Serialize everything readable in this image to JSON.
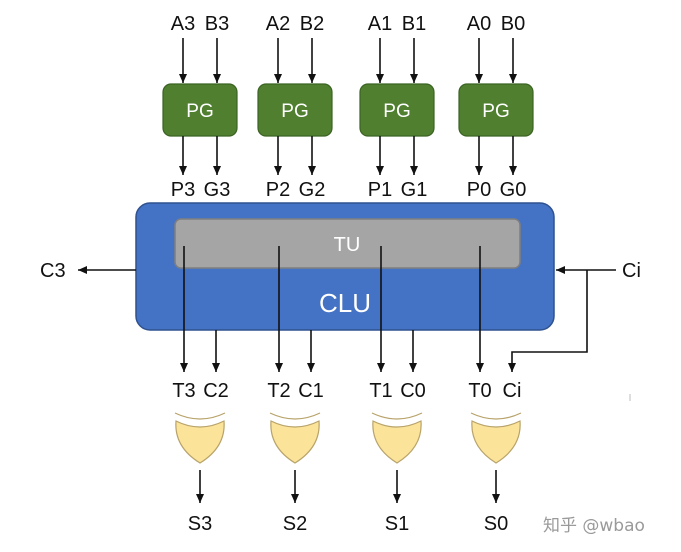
{
  "diagram": {
    "pg_blocks": [
      {
        "label": "PG",
        "in_a": "A3",
        "in_b": "B3",
        "out_p": "P3",
        "out_g": "G3"
      },
      {
        "label": "PG",
        "in_a": "A2",
        "in_b": "B2",
        "out_p": "P2",
        "out_g": "G2"
      },
      {
        "label": "PG",
        "in_a": "A1",
        "in_b": "B1",
        "out_p": "P1",
        "out_g": "G1"
      },
      {
        "label": "PG",
        "in_a": "A0",
        "in_b": "B0",
        "out_p": "P0",
        "out_g": "G0"
      }
    ],
    "clu_label": "CLU",
    "tu_label": "TU",
    "carry_in": "Ci",
    "carry_out": "C3",
    "xor_gates": [
      {
        "in_t": "T3",
        "in_c": "C2",
        "out": "S3"
      },
      {
        "in_t": "T2",
        "in_c": "C1",
        "out": "S2"
      },
      {
        "in_t": "T1",
        "in_c": "C0",
        "out": "S1"
      },
      {
        "in_t": "T0",
        "in_c": "Ci",
        "out": "S0"
      }
    ],
    "colors": {
      "pg_fill": "#4f7f2f",
      "clu_fill": "#4472c4",
      "tu_fill": "#a5a5a5",
      "xor_fill": "#fbe39a",
      "xor_stroke": "#b8a36a"
    }
  },
  "watermark": "知乎 @wbao"
}
